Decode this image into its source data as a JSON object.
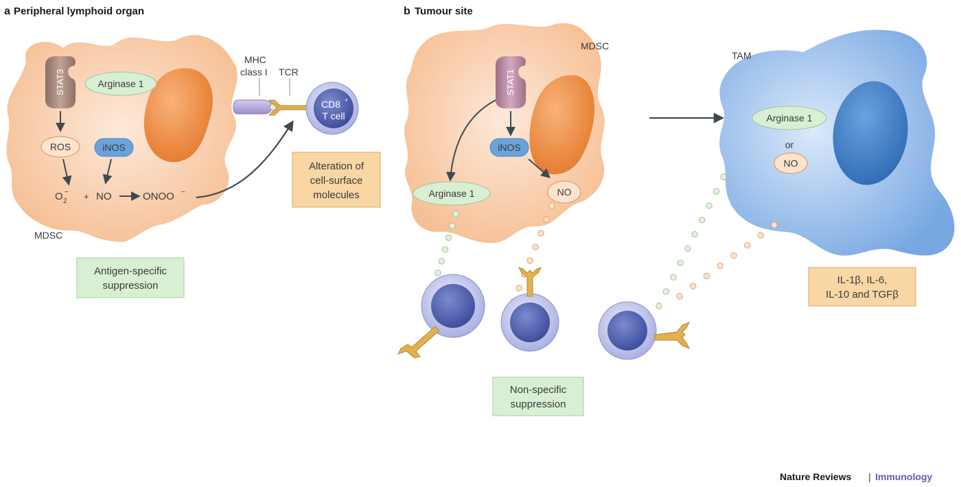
{
  "panel_a": {
    "letter": "a",
    "title": "Peripheral lymphoid organ",
    "stat3": "STAT3",
    "arginase1": "Arginase 1",
    "ros": "ROS",
    "inos": "iNOS",
    "eq_o2": "O",
    "eq_o2_sub": "2",
    "eq_o2_sup": "−",
    "eq_plus": "+",
    "eq_no": "NO",
    "eq_onoo": "ONOO",
    "eq_onoo_sup": "−",
    "mdsc": "MDSC",
    "mhc_line1": "MHC",
    "mhc_line2": "class I",
    "tcr": "TCR",
    "cd8_line1": "CD8",
    "cd8_sup": "+",
    "cd8_line2": "T cell",
    "alteration_line1": "Alteration of",
    "alteration_line2": "cell-surface",
    "alteration_line3": "molecules",
    "antigen_line1": "Antigen-specific",
    "antigen_line2": "suppression"
  },
  "panel_b": {
    "letter": "b",
    "title": "Tumour site",
    "mdsc": "MDSC",
    "stat1": "STAT1",
    "inos": "iNOS",
    "arginase1": "Arginase 1",
    "no": "NO",
    "tam": "TAM",
    "tam_arginase1": "Arginase 1",
    "tam_or": "or",
    "tam_no": "NO",
    "cytokines_line1": "IL-1β, IL-6,",
    "cytokines_line2": "IL-10 and TGFβ",
    "nonspecific_line1": "Non-specific",
    "nonspecific_line2": "suppression"
  },
  "footer": {
    "journal": "Nature Reviews",
    "separator": "|",
    "section": "Immunology"
  },
  "colors": {
    "mdsc_fill": "#f7c8a2",
    "nucleus": "#ef8d45",
    "tam_fill": "#8fb8e8",
    "tam_nucleus": "#3f7ec6",
    "tcell_outer": "#c4c8ee",
    "tcell_inner": "#4c5ca8",
    "green_box": "#d8efd3",
    "orange_box": "#f8d7a4",
    "stat3": "#a98a7c",
    "stat1": "#b98ca3",
    "inos": "#6aa3dc",
    "receptor": "#e1b04f",
    "mhc": "#b6a6d6",
    "footer_accent": "#6a5aa8"
  }
}
